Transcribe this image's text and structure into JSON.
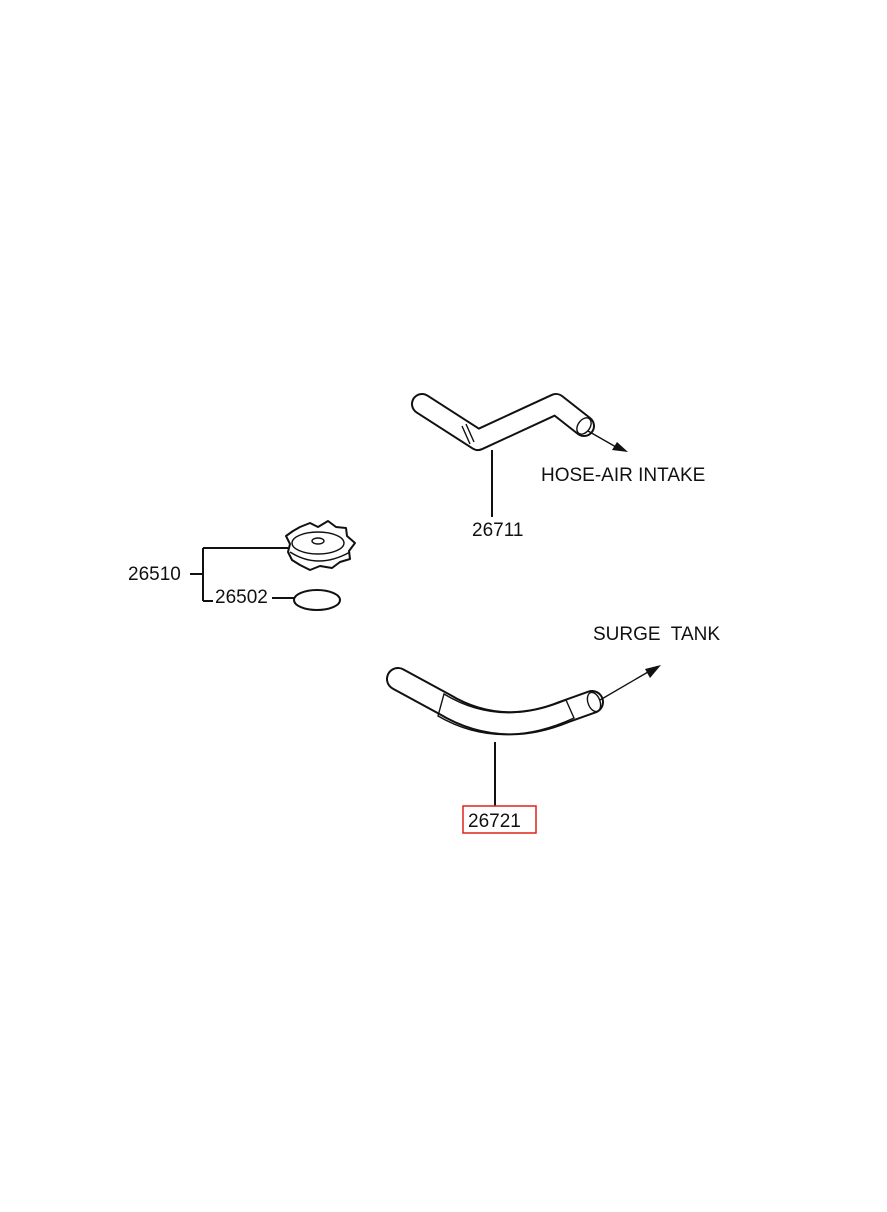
{
  "parts": {
    "hose_air_intake": {
      "number": "26711",
      "destination": "HOSE-AIR INTAKE"
    },
    "oil_filler_cap": {
      "number": "26510"
    },
    "gasket": {
      "number": "26502"
    },
    "hose_surge_tank": {
      "number": "26721",
      "destination": "SURGE  TANK"
    }
  },
  "highlight": {
    "part_number": "26721",
    "color": "#e0201b"
  }
}
